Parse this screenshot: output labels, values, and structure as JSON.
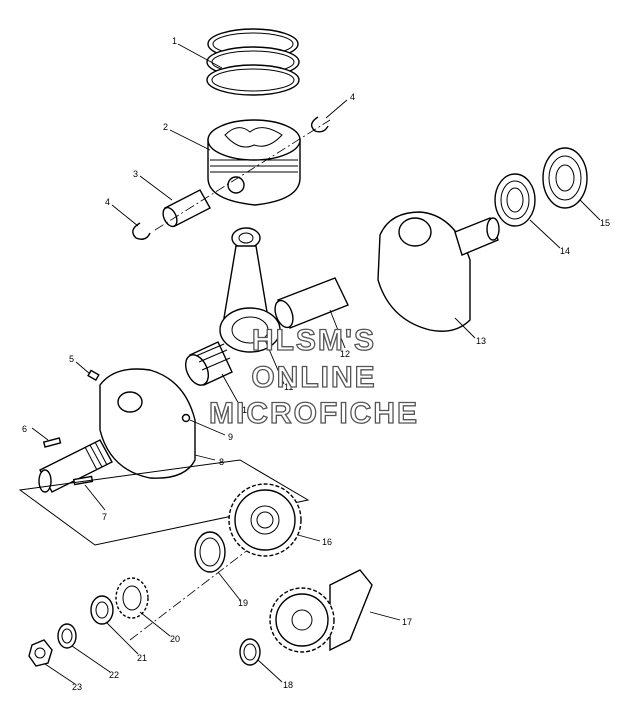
{
  "callouts": {
    "c1": "1",
    "c2": "2",
    "c3": "3",
    "c4a": "4",
    "c4b": "4",
    "c5": "5",
    "c6": "6",
    "c7": "7",
    "c8": "8",
    "c9": "9",
    "c10": "10",
    "c11": "11",
    "c12": "12",
    "c13": "13",
    "c14": "14",
    "c15": "15",
    "c16": "16",
    "c17": "17",
    "c18": "18",
    "c19": "19",
    "c20": "20",
    "c21": "21",
    "c22": "22",
    "c23": "23"
  },
  "watermark": {
    "line1": "HLSM'S",
    "line2": "ONLINE",
    "line3": "MICROFICHE"
  }
}
